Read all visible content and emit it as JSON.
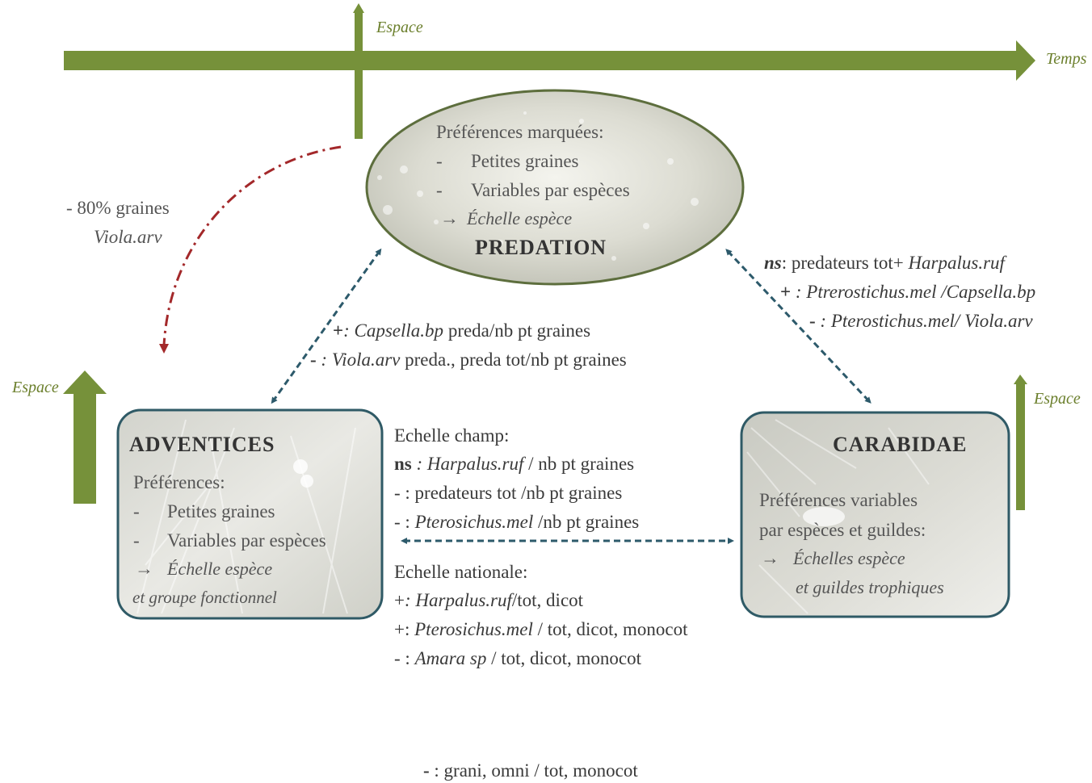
{
  "axes": {
    "top_space": "Espace",
    "time": "Temps",
    "left_space": "Espace",
    "right_space": "Espace"
  },
  "left_note": {
    "line1": "- 80% graines",
    "line2": "Viola.arv"
  },
  "predation": {
    "header": "Préférences marquées:",
    "item1_dash": "-",
    "item1": "Petites graines",
    "item2_dash": "-",
    "item2": "Variables par espèces",
    "arrow": "→",
    "scale": "Échelle espèce",
    "title": "PREDATION"
  },
  "adventices": {
    "title": "ADVENTICES",
    "header": "Préférences:",
    "item1_dash": "-",
    "item1": "Petites graines",
    "item2_dash": "-",
    "item2": "Variables par espèces",
    "arrow": "→",
    "scale": "Échelle espèce",
    "scale2": "et groupe fonctionnel"
  },
  "carabidae": {
    "title": "CARABIDAE",
    "line1": "Préférences variables",
    "line2": "par espèces et guildes:",
    "arrow": "→",
    "scale": "Échelles espèce",
    "scale2": "et guildes trophiques"
  },
  "left_relation": {
    "l1_sign": "+",
    "l1_taxon": ": Capsella.bp",
    "l1_rest": " preda/nb pt graines",
    "l2_sign": "-",
    "l2_taxon": " : Viola.arv",
    "l2_rest": "  preda., preda tot/nb pt graines"
  },
  "right_relation": {
    "l1_sign": "ns",
    "l1_rest": ": predateurs tot+ ",
    "l1_taxon": "Harpalus.ruf",
    "l2_sign": "+",
    "l2_taxon": " : Ptrerostichus.mel /Capsella.bp",
    "l3_sign": "-",
    "l3_taxon": " : Pterostichus.mel/ Viola.arv"
  },
  "bottom_relation": {
    "field_header": "Echelle champ:",
    "f1_sign": "ns",
    "f1_taxon": " : Harpalus.ruf",
    "f1_rest": "  / nb pt graines",
    "f2": "- : predateurs tot /nb pt graines",
    "f3_sign": "- : ",
    "f3_taxon": " Pterosichus.mel",
    "f3_rest": " /nb pt graines",
    "national_header": "Echelle nationale:",
    "n1_sign": "+",
    "n1_taxon": ": Harpalus.ruf",
    "n1_rest": "/tot, dicot",
    "n2_sign": "+: ",
    "n2_taxon": "Pterosichus.mel",
    "n2_rest": " /  tot, dicot, monocot",
    "n3_sign": "- : ",
    "n3_taxon": "Amara sp",
    "n3_rest": " /  tot, dicot, monocot"
  },
  "footer": {
    "sign": "-",
    "text": "  : grani, omni  /  tot, monocot"
  },
  "colors": {
    "axis_green": "#76913a",
    "teal_dashed": "#2d5a6b",
    "red_dashdot": "#a3282a",
    "box_border": "#2f5a66"
  }
}
